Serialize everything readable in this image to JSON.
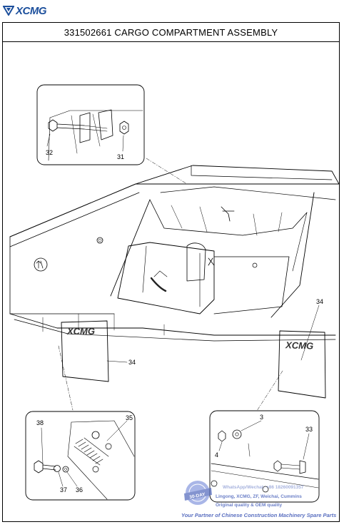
{
  "brand": {
    "name": "XCMG",
    "color": "#1c4f9c",
    "icon": "xcmg-logo-icon"
  },
  "title": "331502661 CARGO COMPARTMENT ASSEMBLY",
  "callouts": {
    "c3": "3",
    "c4": "4",
    "c31": "31",
    "c32": "32",
    "c33": "33",
    "c34a": "34",
    "c34b": "34",
    "c35": "35",
    "c36": "36",
    "c37": "37",
    "c38": "38"
  },
  "mudflap_logo": "XCMG",
  "watermark": {
    "badge": "30-DAY",
    "line1": "WhatsApp/Wechat: +86 18260091357",
    "line2": "Lingong, XCMG, ZF, Weichai, Cummins",
    "line3": "Original quality & OEM quality",
    "line4": "Your Partner of Chinese Construction Machinery Spare Parts",
    "color": "#5a6fc0"
  }
}
